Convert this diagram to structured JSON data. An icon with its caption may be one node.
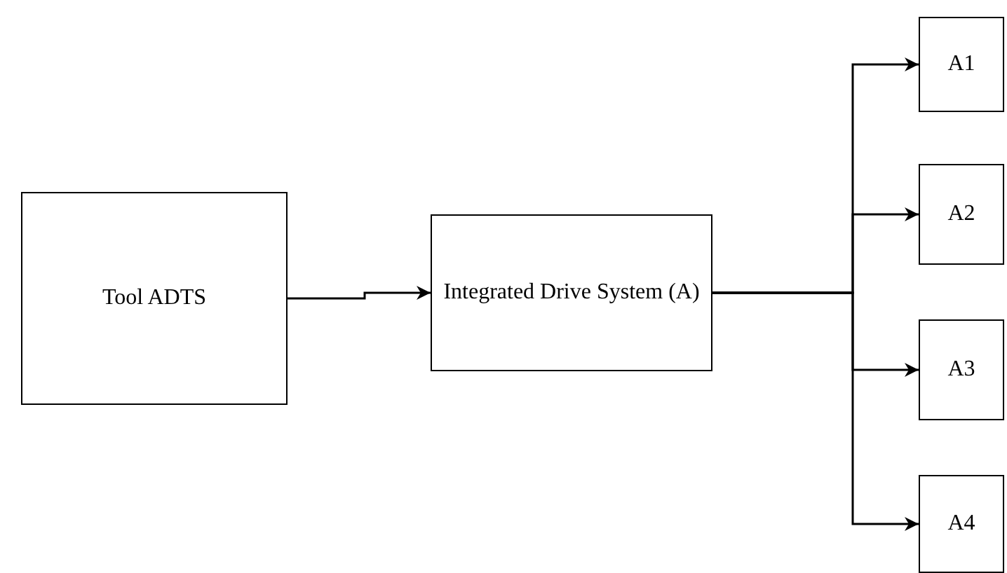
{
  "diagram": {
    "nodes": [
      {
        "text": [
          "Tool ADTS"
        ]
      },
      {
        "text": [
          "Integrated Drive System (A)"
        ]
      },
      {
        "text": [
          "A1"
        ]
      },
      {
        "text": [
          "A2"
        ]
      },
      {
        "text": [
          "A3"
        ]
      },
      {
        "text": [
          "A4"
        ]
      }
    ],
    "edges": [
      {
        "from": 0,
        "to": 1,
        "arrow": "to"
      },
      {
        "from": 1,
        "to": 2,
        "arrow": "to"
      },
      {
        "from": 1,
        "to": 3,
        "arrow": "to"
      },
      {
        "from": 1,
        "to": 4,
        "arrow": "to"
      },
      {
        "from": 1,
        "to": 5,
        "arrow": "to"
      }
    ]
  }
}
